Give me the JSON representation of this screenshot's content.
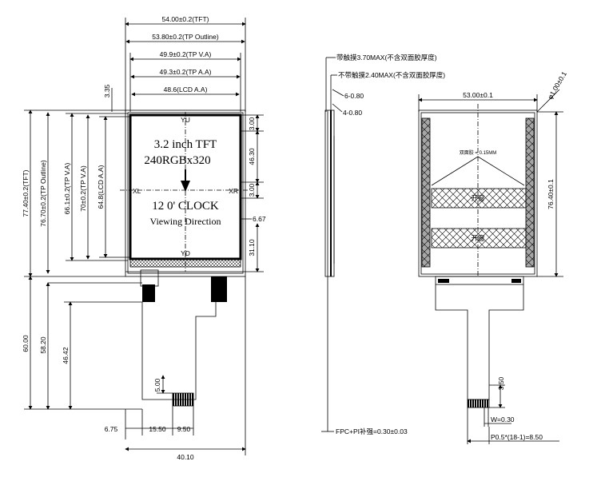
{
  "front": {
    "dim_top": [
      "54.00±0.2(TFT)",
      "53.80±0.2(TP Outline)",
      "49.9±0.2(TP V.A)",
      "49.3±0.2(TP A.A)",
      "48.6(LCD A.A)"
    ],
    "dim_3_35": "3.35",
    "dim_left": [
      "77.40±0.2(TFT)",
      "76.70±0.2(TP Outline)",
      "66.1±0.2(TP V.A)",
      "70±0.2(TP V.A)",
      "64.8(LCD A.A)"
    ],
    "dim_right": [
      "3.00",
      "46.30",
      "3.00",
      "6.67",
      "31.10"
    ],
    "title1": "3.2 inch TFT",
    "title2": "240RGBx320",
    "yu": "YU",
    "yd": "YD",
    "xl": "XL",
    "xr": "XR",
    "clock": "12 0' CLOCK",
    "viewing": "Viewing Direction",
    "fpc_left": [
      "60.00",
      "58.20",
      "46.42"
    ],
    "fpc_5": "5.00",
    "fpc_bottom": [
      "6.75",
      "15.50",
      "9.50"
    ],
    "fpc_total": "40.10"
  },
  "side": {
    "note1": "带触摸3.70MAX(不含双面胶厚度)",
    "note2": "不带触摸2.40MAX(不含双面胶厚度)",
    "dim_a": "6-0.80",
    "dim_b": "4-0.80",
    "fpc_note": "FPC+PI补强=0.30±0.03"
  },
  "back": {
    "width": "53.00±0.1",
    "hole": "φ1.00±0.1",
    "height": "76.40±0.1",
    "tape": "双面胶 = 0.15MM",
    "open1": "开窗",
    "open2": "开窗",
    "d350": "3.50",
    "w030": "W=0.30",
    "pitch": "P0.5*(18-1)=8.50"
  }
}
